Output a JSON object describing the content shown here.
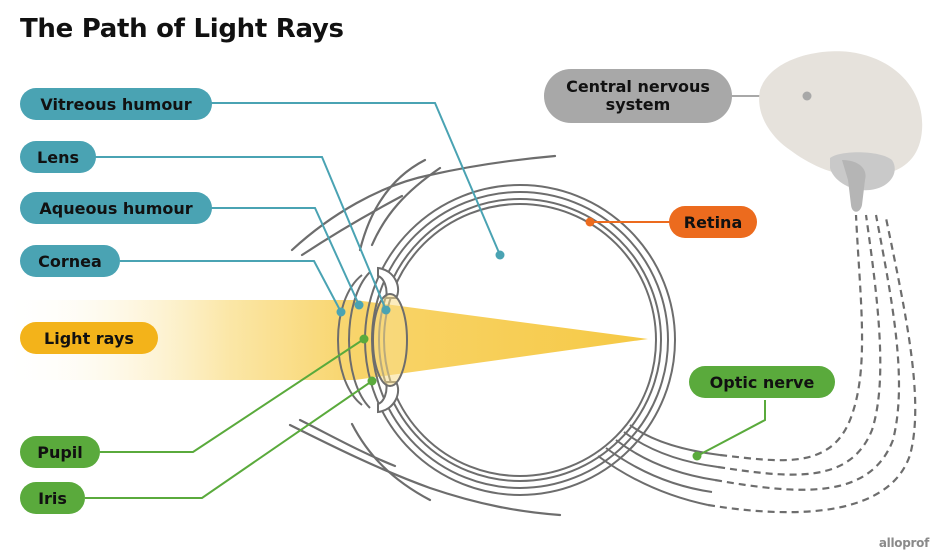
{
  "title": "The Path of Light Rays",
  "labels": {
    "vitreous_humour": "Vitreous humour",
    "lens": "Lens",
    "aqueous_humour": "Aqueous humour",
    "cornea": "Cornea",
    "light_rays": "Light rays",
    "pupil": "Pupil",
    "iris": "Iris",
    "central_nervous_system": "Central nervous\nsystem",
    "retina": "Retina",
    "optic_nerve": "Optic nerve"
  },
  "watermark": "alloprof",
  "colors": {
    "teal": "#4aa3b3",
    "green": "#5aaa3c",
    "yellow": "#f3b31a",
    "orange": "#ec6b1e",
    "gray": "#a8a8a8",
    "eye_outline": "#6d6d6d",
    "brain": "#e6e2dc"
  }
}
